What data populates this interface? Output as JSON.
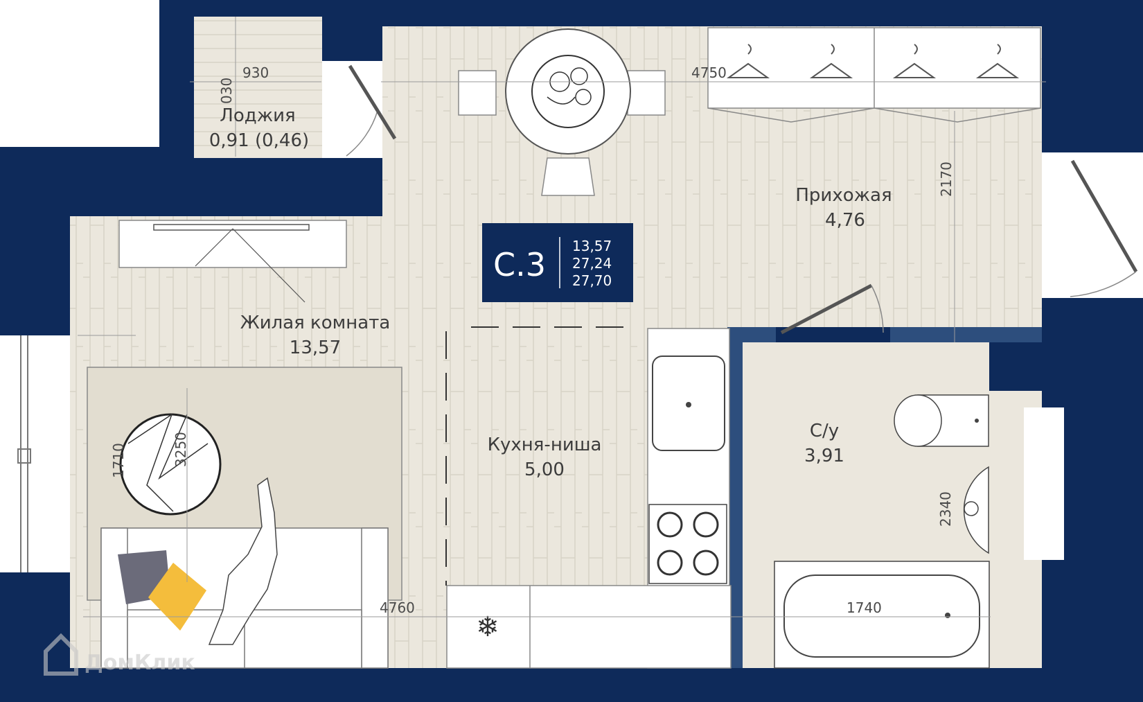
{
  "rooms": {
    "loggia": {
      "name": "Лоджия",
      "area": "0,91 (0,46)"
    },
    "hallway": {
      "name": "Прихожая",
      "area": "4,76"
    },
    "living": {
      "name": "Жилая комната",
      "area": "13,57"
    },
    "kitchen": {
      "name": "Кухня-ниша",
      "area": "5,00"
    },
    "bathroom": {
      "name": "С/у",
      "area": "3,91"
    }
  },
  "badge": {
    "code": "С.3",
    "areas": [
      "13,57",
      "27,24",
      "27,70"
    ]
  },
  "dimensions": {
    "loggia_width": "930",
    "loggia_depth": "030",
    "top_length": "4750",
    "hall_depth": "2170",
    "living_depth": "1710",
    "rug_size": "3250",
    "bottom_length": "4760",
    "bath_length": "1740",
    "bath_width": "2340"
  },
  "watermark": "ДомКлик",
  "colors": {
    "wall": "#0e2a5a",
    "floor": "#ebe7dd",
    "floor_line": "#d8d3c6",
    "badge_bg": "#0e2a5a",
    "pillow_gray": "#6b6b7a",
    "pillow_yellow": "#f4bd3c"
  }
}
